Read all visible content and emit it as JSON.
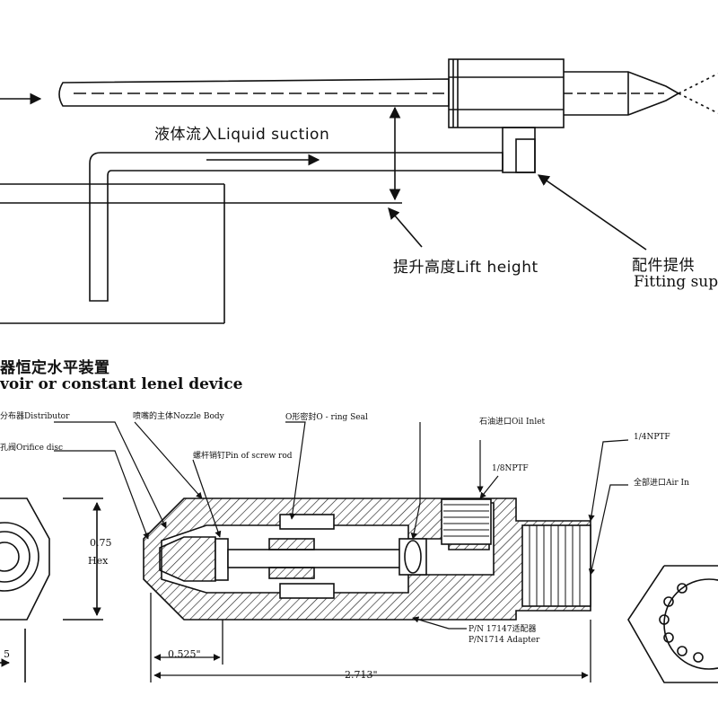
{
  "top": {
    "liquid_suction": "液体流入Liquid suction",
    "lift_height": "提升高度Lift height",
    "fitting_cn": "配件提供",
    "fitting_en": "Fitting sup"
  },
  "middle": {
    "device_cn": "器恒定水平装置",
    "device_en": "voir or constant lenel device"
  },
  "section": {
    "distributor": "分布器Distributor",
    "nozzle_body": "喷嘴的主体Nozzle Body",
    "oring_seal": "O形密封O - ring Seal",
    "orifice": "孔阀Orifice disc",
    "pin_screw": "螺杆销钉Pin of screw rod",
    "oil_inlet": "石油进口Oil Inlet",
    "npt_small": "1/8NPTF",
    "npt_big": "1/4NPTF",
    "air_inlet": "全部进口Air In",
    "adapter_cn": "P/N 17147适配器",
    "adapter_en": "P/N1714 Adapter"
  },
  "dims": {
    "hex_value": "0.75",
    "hex_unit": "Hex",
    "d1": "0.525\"",
    "d2": "2.713\"",
    "d_left": "5"
  }
}
